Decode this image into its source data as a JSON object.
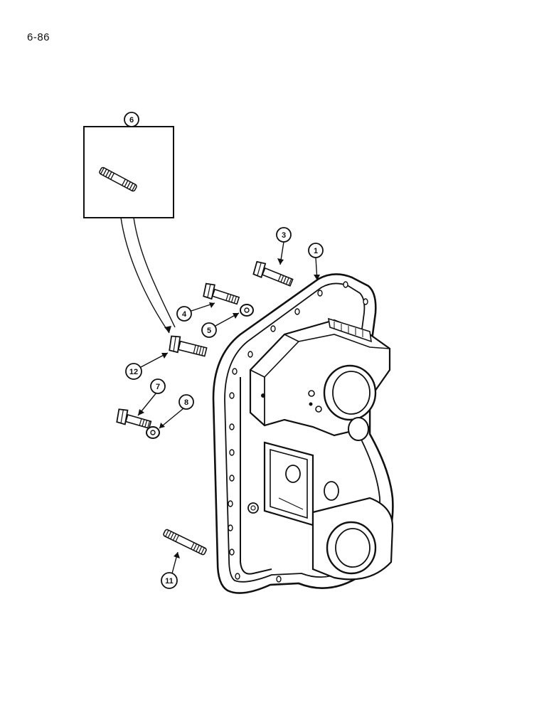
{
  "page": {
    "number": "6-86"
  },
  "callouts": [
    {
      "id": "c1",
      "label": "1"
    },
    {
      "id": "c3",
      "label": "3"
    },
    {
      "id": "c4",
      "label": "4"
    },
    {
      "id": "c5",
      "label": "5"
    },
    {
      "id": "c6",
      "label": "6"
    },
    {
      "id": "c7",
      "label": "7"
    },
    {
      "id": "c8",
      "label": "8"
    },
    {
      "id": "c11",
      "label": "11"
    },
    {
      "id": "c12",
      "label": "12"
    }
  ],
  "colors": {
    "ink": "#111111",
    "paper": "#ffffff"
  }
}
